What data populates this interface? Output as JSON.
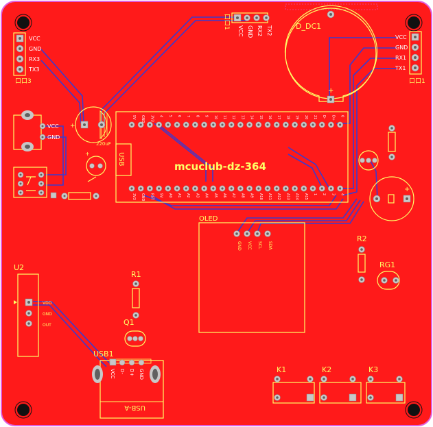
{
  "board": {
    "title": "mcuclub-dz-364",
    "colors": {
      "copper": "#ff1a1a",
      "silk": "#ffff66",
      "trace": "#3a3ad0",
      "edge": "#e060e0",
      "pad": "#c8c8c8"
    }
  },
  "components": {
    "P3": {
      "designator": "口口3",
      "pins": [
        "VCC",
        "GND",
        "RX3",
        "TX3"
      ]
    },
    "P1_left": {
      "pins": [
        "VCC",
        "GND"
      ]
    },
    "top_header": {
      "designator": "口口1",
      "pins": [
        "VCC",
        "GND",
        "RX2",
        "TX2"
      ]
    },
    "D_DC1": {
      "designator": "D_DC1",
      "plus": "+"
    },
    "right_header": {
      "designator": "口口1",
      "pins": [
        "VCC",
        "GND",
        "RX1",
        "TX1"
      ]
    },
    "cap_large": {
      "value": "220uF",
      "plus": "+"
    },
    "mcu": {
      "usb": "USB",
      "top_pin_labels": [
        "5V",
        "GND",
        "3V3",
        "4",
        "5",
        "6",
        "7",
        "8",
        "9",
        "10",
        "11",
        "12",
        "13",
        "14",
        "15",
        "16",
        "17",
        "18",
        "19",
        "20",
        "21",
        "D-",
        "D+",
        "0"
      ],
      "bottom_pin_labels": [
        "3V3",
        "GND",
        "RST",
        "5V",
        "A0",
        "A1",
        "A2",
        "A3",
        "A4",
        "A5",
        "A6",
        "A7",
        "A8",
        "A9",
        "A10",
        "A11",
        "A12",
        "A13",
        "A14",
        "A15",
        "1",
        "2",
        "3",
        "4"
      ]
    },
    "oled": {
      "designator": "OLED",
      "pins": [
        "GND",
        "VCC",
        "SCL",
        "SDA"
      ]
    },
    "U2": {
      "designator": "U2",
      "pins": [
        "VDD",
        "GND",
        "OUT"
      ]
    },
    "R1": {
      "designator": "R1"
    },
    "Q1": {
      "designator": "Q1"
    },
    "USB1": {
      "designator": "USB1",
      "pins": [
        "VCC",
        "D-",
        "D+",
        "GND"
      ],
      "connector": "USB-A"
    },
    "R2": {
      "designator": "R2"
    },
    "RG1": {
      "designator": "RG1"
    },
    "K1": {
      "designator": "K1"
    },
    "K2": {
      "designator": "K2"
    },
    "K3": {
      "designator": "K3"
    },
    "misc": {
      "plus": "+"
    }
  }
}
